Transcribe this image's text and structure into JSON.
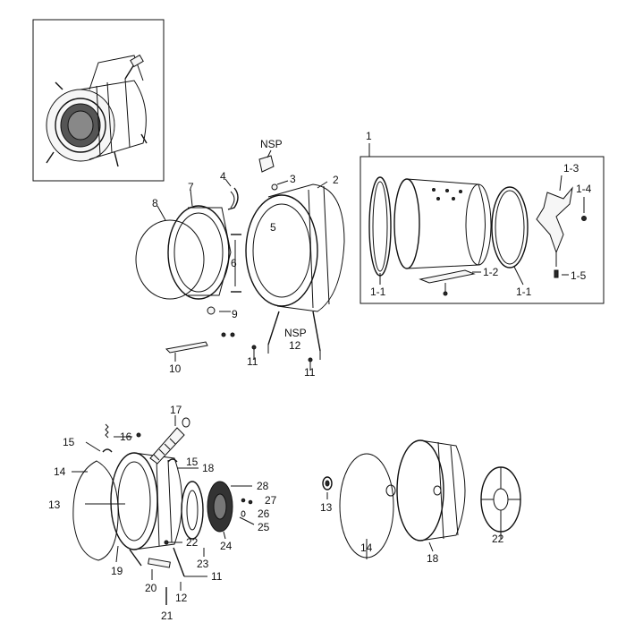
{
  "labels": {
    "nsp_top": "NSP",
    "nsp_mid": "NSP",
    "p1": "1",
    "p1_1a": "1-1",
    "p1_1b": "1-1",
    "p1_2": "1-2",
    "p1_3": "1-3",
    "p1_4": "1-4",
    "p1_5": "1-5",
    "p2": "2",
    "p3": "3",
    "p4": "4",
    "p5": "5",
    "p6": "6",
    "p7": "7",
    "p8": "8",
    "p9": "9",
    "p10": "10",
    "p11a": "11",
    "p11b": "11",
    "p12": "12",
    "b13": "13",
    "b14": "14",
    "b15a": "15",
    "b15b": "15",
    "b16": "16",
    "b17": "17",
    "b18": "18",
    "b19": "19",
    "b20": "20",
    "b21": "21",
    "b22": "22",
    "b23": "23",
    "b24": "24",
    "b25": "25",
    "b26": "26",
    "b27": "27",
    "b28": "28",
    "b11": "11",
    "b12": "12",
    "r13": "13",
    "r14": "14",
    "r18": "18",
    "r22": "22"
  }
}
